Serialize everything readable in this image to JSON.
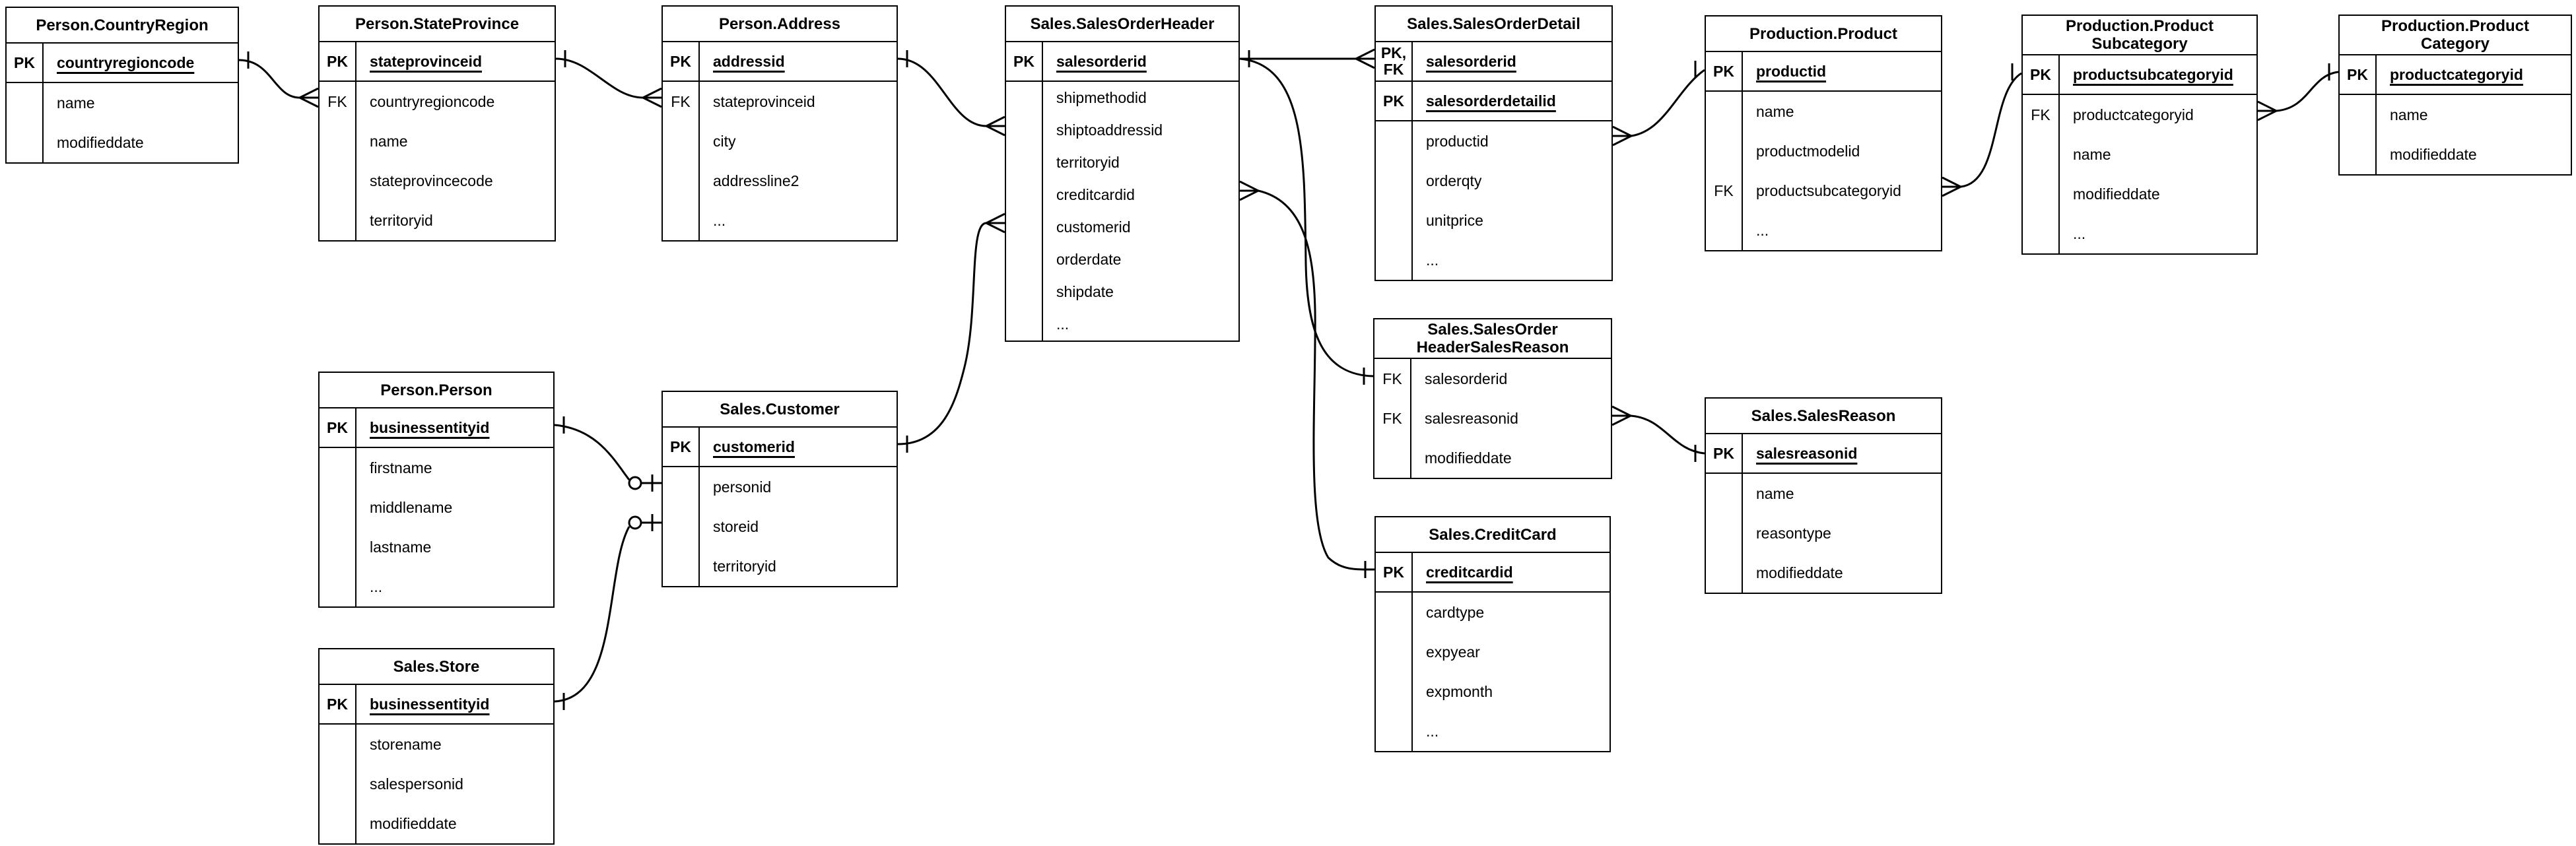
{
  "style": {
    "ink": "#000000",
    "background": "#ffffff"
  },
  "diagram_type": "entity-relationship (crow's foot notation)",
  "tables": [
    {
      "title": "Person.CountryRegion",
      "key_rows": [
        {
          "key": "PK",
          "label": "countryregioncode"
        }
      ],
      "body_rows": [
        {
          "key": "",
          "label": "name"
        },
        {
          "key": "",
          "label": "modifieddate"
        }
      ]
    },
    {
      "title": "Person.StateProvince",
      "key_rows": [
        {
          "key": "PK",
          "label": "stateprovinceid"
        }
      ],
      "body_rows": [
        {
          "key": "FK",
          "label": "countryregioncode"
        },
        {
          "key": "",
          "label": "name"
        },
        {
          "key": "",
          "label": "stateprovincecode"
        },
        {
          "key": "",
          "label": "territoryid"
        }
      ]
    },
    {
      "title": "Person.Address",
      "key_rows": [
        {
          "key": "PK",
          "label": "addressid"
        }
      ],
      "body_rows": [
        {
          "key": "FK",
          "label": "stateprovinceid"
        },
        {
          "key": "",
          "label": "city"
        },
        {
          "key": "",
          "label": "addressline2"
        },
        {
          "key": "",
          "label": "..."
        }
      ]
    },
    {
      "title": "Sales.SalesOrderHeader",
      "key_rows": [
        {
          "key": "PK",
          "label": "salesorderid"
        }
      ],
      "body_rows": [
        {
          "key": "",
          "label": "shipmethodid"
        },
        {
          "key": "",
          "label": "shiptoaddressid"
        },
        {
          "key": "",
          "label": "territoryid"
        },
        {
          "key": "",
          "label": "creditcardid"
        },
        {
          "key": "",
          "label": "customerid"
        },
        {
          "key": "",
          "label": "orderdate"
        },
        {
          "key": "",
          "label": "shipdate"
        },
        {
          "key": "",
          "label": "..."
        }
      ]
    },
    {
      "title": "Sales.SalesOrderDetail",
      "key_rows": [
        {
          "key": "PK,\nFK",
          "label": "salesorderid"
        },
        {
          "key": "PK",
          "label": "salesorderdetailid"
        }
      ],
      "body_rows": [
        {
          "key": "",
          "label": "productid"
        },
        {
          "key": "",
          "label": "orderqty"
        },
        {
          "key": "",
          "label": "unitprice"
        },
        {
          "key": "",
          "label": "..."
        }
      ]
    },
    {
      "title": "Production.Product",
      "key_rows": [
        {
          "key": "PK",
          "label": "productid"
        }
      ],
      "body_rows": [
        {
          "key": "",
          "label": "name"
        },
        {
          "key": "",
          "label": "productmodelid"
        },
        {
          "key": "FK",
          "label": "productsubcategoryid"
        },
        {
          "key": "",
          "label": "..."
        }
      ]
    },
    {
      "title": "Production.Product\nSubcategory",
      "key_rows": [
        {
          "key": "PK",
          "label": "productsubcategoryid"
        }
      ],
      "body_rows": [
        {
          "key": "FK",
          "label": "productcategoryid"
        },
        {
          "key": "",
          "label": "name"
        },
        {
          "key": "",
          "label": "modifieddate"
        },
        {
          "key": "",
          "label": "..."
        }
      ]
    },
    {
      "title": "Production.Product\nCategory",
      "key_rows": [
        {
          "key": "PK",
          "label": "productcategoryid"
        }
      ],
      "body_rows": [
        {
          "key": "",
          "label": "name"
        },
        {
          "key": "",
          "label": "modifieddate"
        }
      ]
    },
    {
      "title": "Person.Person",
      "key_rows": [
        {
          "key": "PK",
          "label": "businessentityid"
        }
      ],
      "body_rows": [
        {
          "key": "",
          "label": "firstname"
        },
        {
          "key": "",
          "label": "middlename"
        },
        {
          "key": "",
          "label": "lastname"
        },
        {
          "key": "",
          "label": "..."
        }
      ]
    },
    {
      "title": "Sales.Customer",
      "key_rows": [
        {
          "key": "PK",
          "label": "customerid"
        }
      ],
      "body_rows": [
        {
          "key": "",
          "label": "personid"
        },
        {
          "key": "",
          "label": "storeid"
        },
        {
          "key": "",
          "label": "territoryid"
        }
      ]
    },
    {
      "title": "Sales.Store",
      "key_rows": [
        {
          "key": "PK",
          "label": "businessentityid"
        }
      ],
      "body_rows": [
        {
          "key": "",
          "label": "storename"
        },
        {
          "key": "",
          "label": "salespersonid"
        },
        {
          "key": "",
          "label": "modifieddate"
        }
      ]
    },
    {
      "title": "Sales.SalesOrder\nHeaderSalesReason",
      "key_rows": [],
      "body_rows": [
        {
          "key": "FK",
          "label": "salesorderid"
        },
        {
          "key": "FK",
          "label": "salesreasonid"
        },
        {
          "key": "",
          "label": "modifieddate"
        }
      ]
    },
    {
      "title": "Sales.SalesReason",
      "key_rows": [
        {
          "key": "PK",
          "label": "salesreasonid"
        }
      ],
      "body_rows": [
        {
          "key": "",
          "label": "name"
        },
        {
          "key": "",
          "label": "reasontype"
        },
        {
          "key": "",
          "label": "modifieddate"
        }
      ]
    },
    {
      "title": "Sales.CreditCard",
      "key_rows": [
        {
          "key": "PK",
          "label": "creditcardid"
        }
      ],
      "body_rows": [
        {
          "key": "",
          "label": "cardtype"
        },
        {
          "key": "",
          "label": "expyear"
        },
        {
          "key": "",
          "label": "expmonth"
        },
        {
          "key": "",
          "label": "..."
        }
      ]
    }
  ],
  "relationships": [
    {
      "from": "Person.CountryRegion.countryregioncode",
      "to": "Person.StateProvince.countryregioncode",
      "from_card": "one",
      "to_card": "many"
    },
    {
      "from": "Person.StateProvince.stateprovinceid",
      "to": "Person.Address.stateprovinceid",
      "from_card": "one",
      "to_card": "many"
    },
    {
      "from": "Person.Address.addressid",
      "to": "Sales.SalesOrderHeader.shiptoaddressid",
      "from_card": "one",
      "to_card": "many"
    },
    {
      "from": "Sales.SalesOrderHeader.salesorderid",
      "to": "Sales.SalesOrderDetail.salesorderid",
      "from_card": "one",
      "to_card": "many"
    },
    {
      "from": "Sales.SalesOrderHeader.salesorderid",
      "to": "Sales.SalesOrderHeaderSalesReason.salesorderid",
      "from_card": "one",
      "to_card": "one"
    },
    {
      "from": "Sales.SalesOrderHeader.creditcardid",
      "to": "Sales.CreditCard.creditcardid",
      "from_card": "many",
      "to_card": "one"
    },
    {
      "from": "Sales.Customer.customerid",
      "to": "Sales.SalesOrderHeader.customerid",
      "from_card": "one",
      "to_card": "many"
    },
    {
      "from": "Sales.SalesOrderDetail.productid",
      "to": "Production.Product.productid",
      "from_card": "many",
      "to_card": "one"
    },
    {
      "from": "Production.Product.productsubcategoryid",
      "to": "Production.ProductSubcategory.productsubcategoryid",
      "from_card": "many",
      "to_card": "one"
    },
    {
      "from": "Production.ProductSubcategory.productcategoryid",
      "to": "Production.ProductCategory.productcategoryid",
      "from_card": "many",
      "to_card": "one"
    },
    {
      "from": "Person.Person.businessentityid",
      "to": "Sales.Customer.personid",
      "from_card": "one",
      "to_card": "zero-or-one"
    },
    {
      "from": "Sales.Store.businessentityid",
      "to": "Sales.Customer.storeid",
      "from_card": "one",
      "to_card": "zero-or-one"
    },
    {
      "from": "Sales.SalesOrderHeaderSalesReason.salesreasonid",
      "to": "Sales.SalesReason.salesreasonid",
      "from_card": "many",
      "to_card": "one"
    }
  ]
}
